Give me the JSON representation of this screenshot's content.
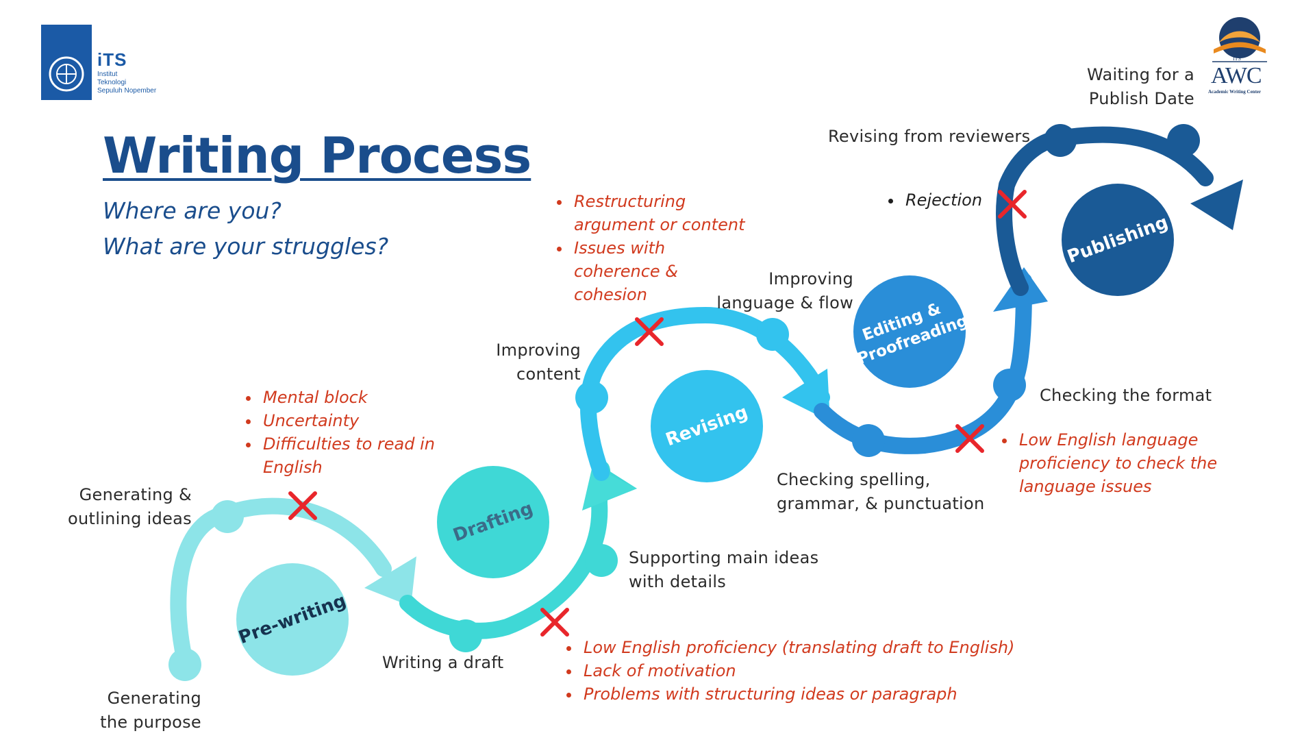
{
  "header": {
    "logo_left": {
      "acronym": "iTS",
      "line1": "Institut",
      "line2": "Teknologi",
      "line3": "Sepuluh Nopember"
    },
    "logo_right": {
      "top": "ITS",
      "acronym": "AWC",
      "caption": "Academic Writing Center"
    }
  },
  "title": "Writing Process",
  "subtitle_1": "Where are you?",
  "subtitle_2": "What are your struggles?",
  "stages": {
    "prewriting": "Pre-writing",
    "drafting": "Drafting",
    "revising": "Revising",
    "editing_1": "Editing &",
    "editing_2": "Proofreading",
    "publishing": "Publishing"
  },
  "steps": {
    "purpose_1": "Generating",
    "purpose_2": "the purpose",
    "outline_1": "Generating &",
    "outline_2": "outlining ideas",
    "draft": "Writing a draft",
    "support_1": "Supporting main ideas",
    "support_2": "with details",
    "content_1": "Improving",
    "content_2": "content",
    "language_1": "Improving",
    "language_2": "language & flow",
    "spelling_1": "Checking spelling,",
    "spelling_2": "grammar, & punctuation",
    "format": "Checking the format",
    "reviewers": "Revising from reviewers",
    "publish_1": "Waiting for a",
    "publish_2": "Publish Date"
  },
  "struggles": {
    "prewriting": [
      "Mental block",
      "Uncertainty",
      "Difficulties to read in",
      "English"
    ],
    "drafting": [
      "Low English proficiency (translating draft to English)",
      "Lack of motivation",
      "Problems with structuring ideas or paragraph"
    ],
    "revising": [
      "Restructuring",
      "argument or content",
      "Issues with",
      "coherence &",
      "cohesion"
    ],
    "editing": [
      "Low English language",
      "proficiency to check the",
      "language issues"
    ],
    "publishing": [
      "Rejection"
    ]
  },
  "colors": {
    "title": "#1a4d8c",
    "struggle_text": "#d13a1e",
    "cross": "#e8262b",
    "prewriting": "#8de4e8",
    "drafting": "#3fd8d6",
    "revising": "#33c3ee",
    "editing": "#2a8ed8",
    "publishing": "#1a5a96"
  },
  "icons": [
    "its-logo-icon",
    "awc-logo-icon",
    "cross-icon",
    "arrow-head-icon"
  ]
}
